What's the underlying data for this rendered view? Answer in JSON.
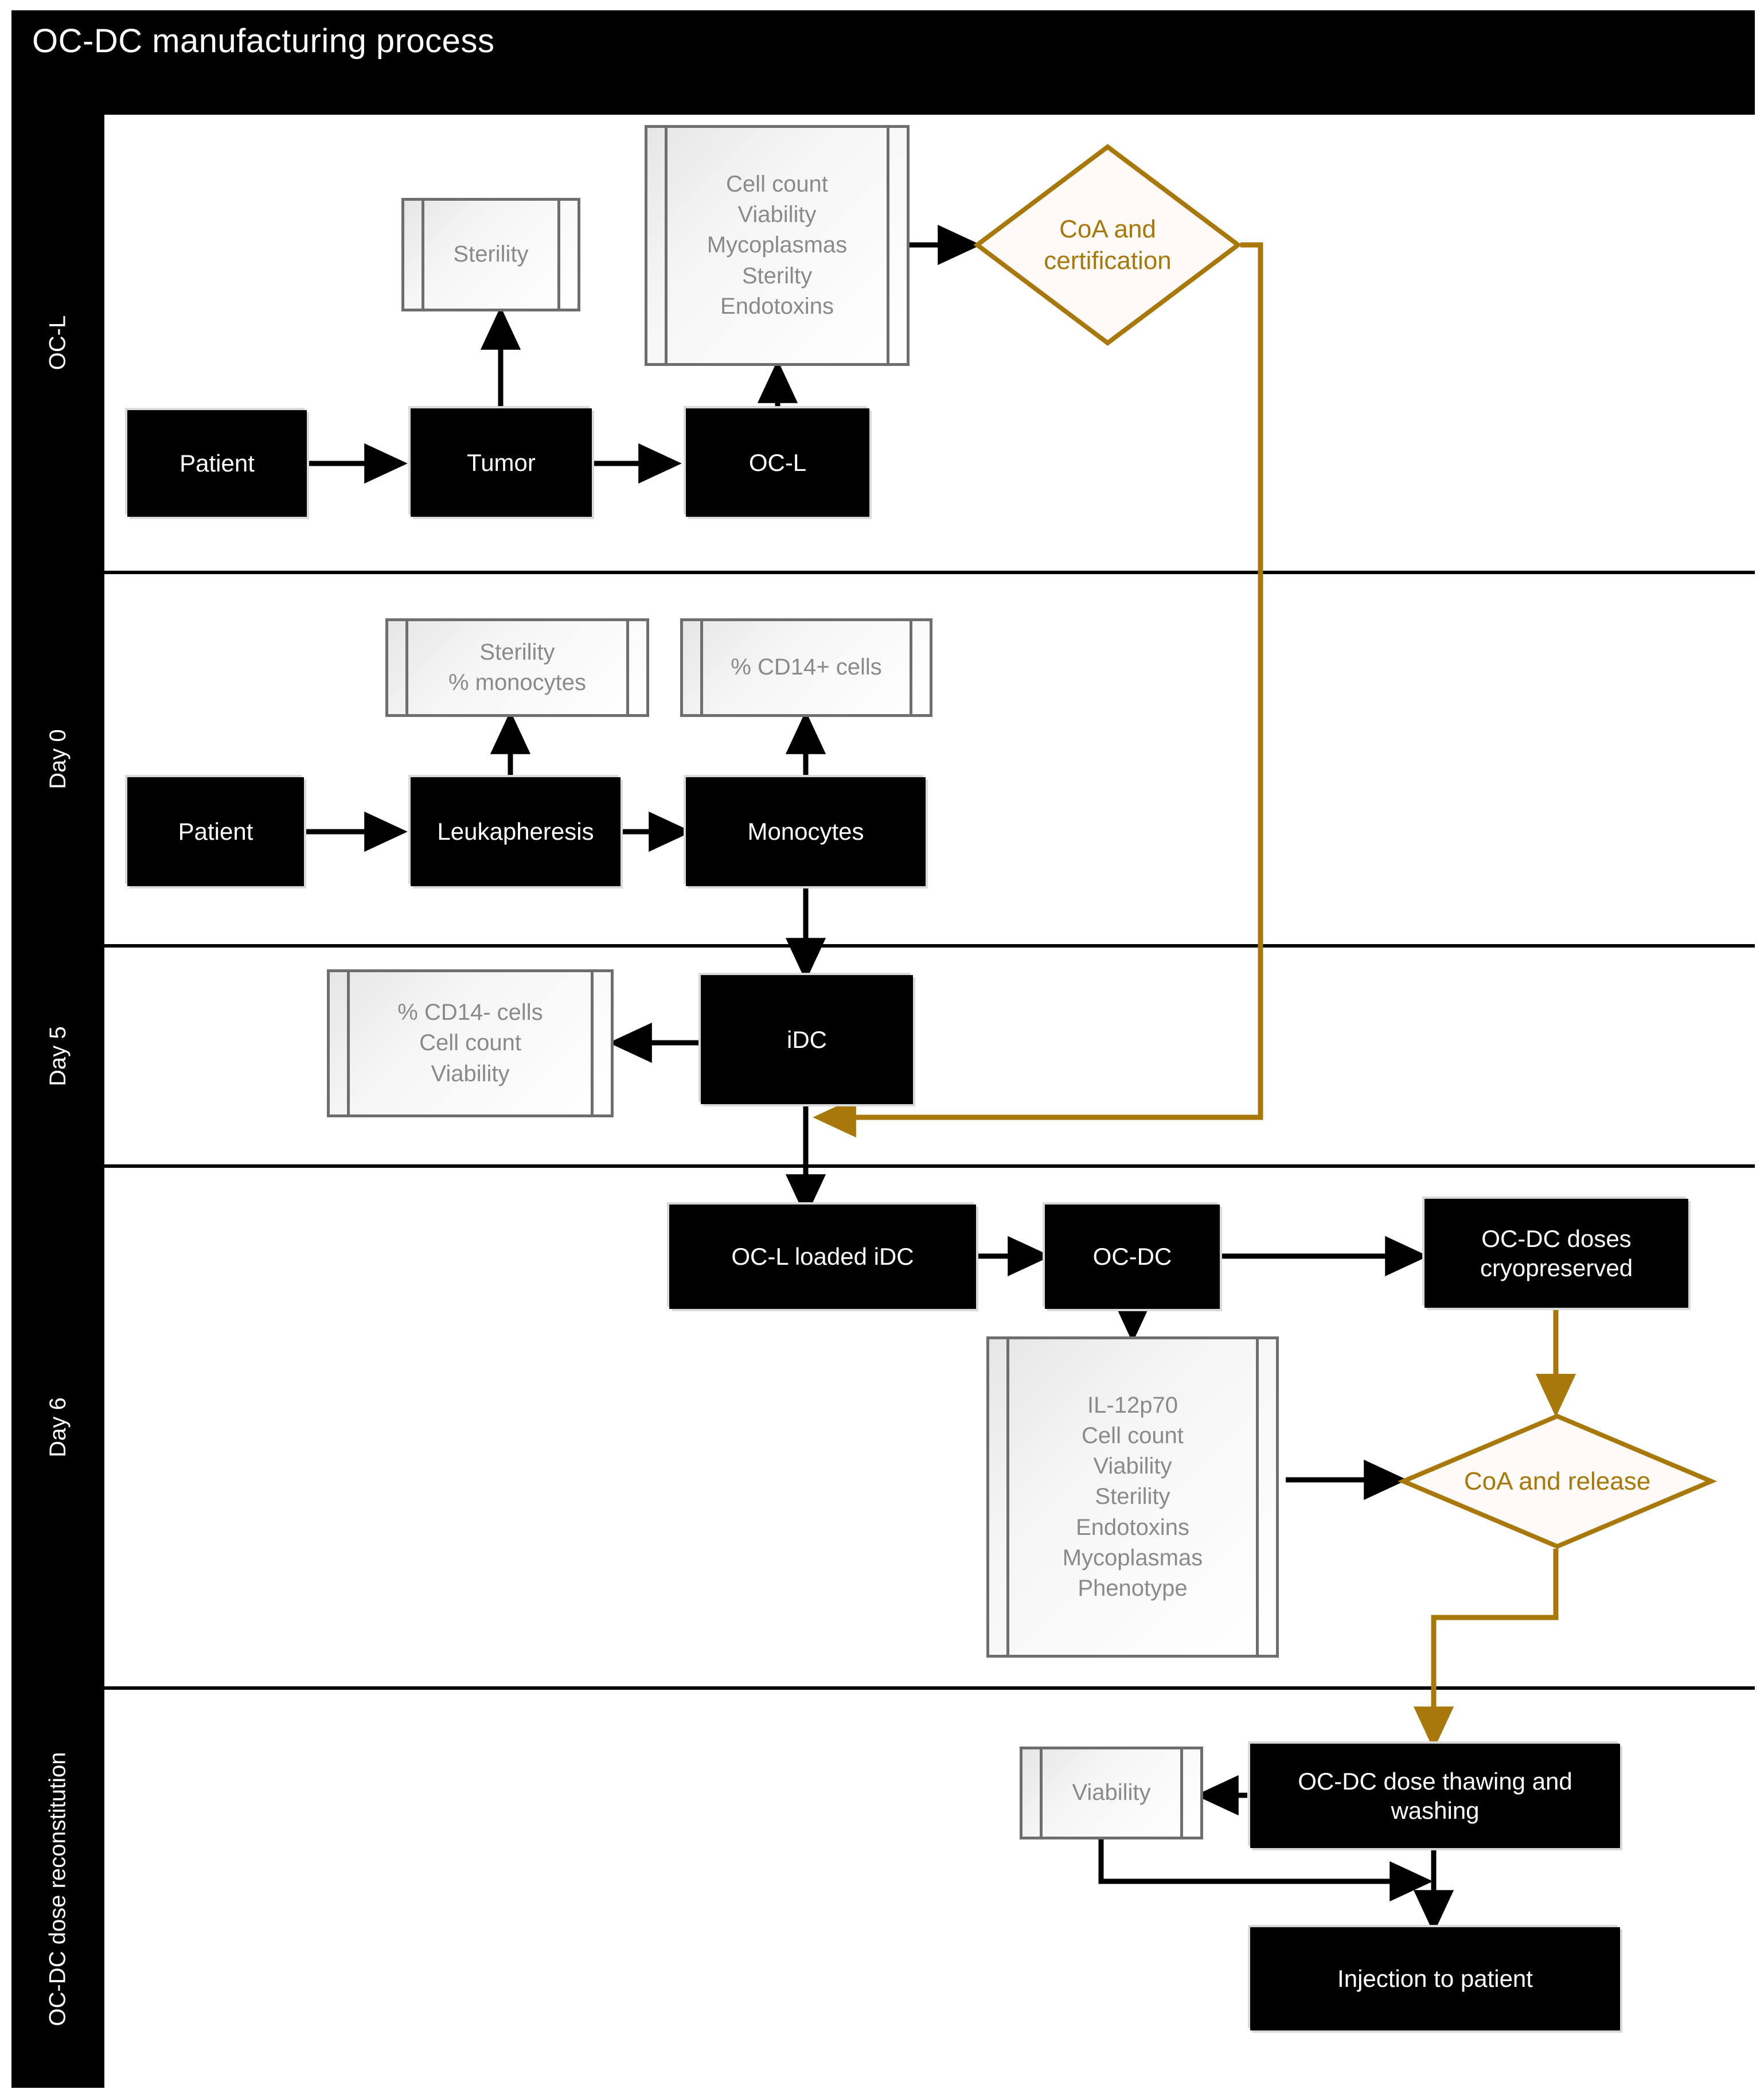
{
  "header": {
    "title": "OC-DC manufacturing process"
  },
  "colors": {
    "process_fill": "#000000",
    "process_text": "#ffffff",
    "qc_border": "#6e6e6e",
    "qc_text": "#8a8a8a",
    "decision_gold": "#a8780a",
    "lane_line": "#000000"
  },
  "lanes": [
    {
      "id": "oc-l",
      "label": "OC-L"
    },
    {
      "id": "day0",
      "label": "Day 0"
    },
    {
      "id": "day5",
      "label": "Day 5"
    },
    {
      "id": "day6",
      "label": "Day 6"
    },
    {
      "id": "recon",
      "label": "OC-DC dose reconstitution"
    }
  ],
  "nodes": {
    "patient_ocl": {
      "label": "Patient"
    },
    "tumor": {
      "label": "Tumor"
    },
    "ocl": {
      "label": "OC-L"
    },
    "qc_sterility_ocl": {
      "label": "Sterility"
    },
    "qc_ocl_release": {
      "label": "Cell count\nViability\nMycoplasmas\nSterilty\nEndotoxins"
    },
    "coa_certification": {
      "label": "CoA and\ncertification"
    },
    "patient_day0": {
      "label": "Patient"
    },
    "leukapheresis": {
      "label": "Leukapheresis"
    },
    "monocytes": {
      "label": "Monocytes"
    },
    "qc_leuka": {
      "label": "Sterility\n% monocytes"
    },
    "qc_monocytes": {
      "label": "% CD14+ cells"
    },
    "idc": {
      "label": "iDC"
    },
    "qc_idc": {
      "label": "% CD14- cells\nCell count\nViability"
    },
    "ocl_loaded_idc": {
      "label": "OC-L loaded iDC"
    },
    "ocdc": {
      "label": "OC-DC"
    },
    "ocdc_cryo": {
      "label": "OC-DC doses\ncryopreserved"
    },
    "qc_ocdc": {
      "label": "IL-12p70\nCell count\nViability\nSterility\nEndotoxins\nMycoplasmas\nPhenotype"
    },
    "coa_release": {
      "label": "CoA and release"
    },
    "thawing": {
      "label": "OC-DC dose thawing and\nwashing"
    },
    "qc_viability": {
      "label": "Viability"
    },
    "injection": {
      "label": "Injection to patient"
    }
  },
  "edges": [
    {
      "from": "patient_ocl",
      "to": "tumor",
      "style": "black"
    },
    {
      "from": "tumor",
      "to": "ocl",
      "style": "black"
    },
    {
      "from": "tumor",
      "to": "qc_sterility_ocl",
      "style": "black"
    },
    {
      "from": "ocl",
      "to": "qc_ocl_release",
      "style": "black"
    },
    {
      "from": "qc_ocl_release",
      "to": "coa_certification",
      "style": "black"
    },
    {
      "from": "coa_certification",
      "to": "idc_junction",
      "style": "gold"
    },
    {
      "from": "patient_day0",
      "to": "leukapheresis",
      "style": "black"
    },
    {
      "from": "leukapheresis",
      "to": "monocytes",
      "style": "black"
    },
    {
      "from": "leukapheresis",
      "to": "qc_leuka",
      "style": "black"
    },
    {
      "from": "monocytes",
      "to": "qc_monocytes",
      "style": "black"
    },
    {
      "from": "monocytes",
      "to": "idc",
      "style": "black"
    },
    {
      "from": "idc",
      "to": "qc_idc",
      "style": "black"
    },
    {
      "from": "idc",
      "to": "ocl_loaded_idc",
      "style": "black"
    },
    {
      "from": "ocl_loaded_idc",
      "to": "ocdc",
      "style": "black"
    },
    {
      "from": "ocdc",
      "to": "ocdc_cryo",
      "style": "black"
    },
    {
      "from": "ocdc",
      "to": "qc_ocdc",
      "style": "black"
    },
    {
      "from": "qc_ocdc",
      "to": "coa_release",
      "style": "black"
    },
    {
      "from": "ocdc_cryo",
      "to": "coa_release",
      "style": "gold"
    },
    {
      "from": "coa_release",
      "to": "thawing",
      "style": "gold"
    },
    {
      "from": "thawing",
      "to": "qc_viability",
      "style": "black"
    },
    {
      "from": "thawing",
      "to": "injection",
      "style": "black"
    },
    {
      "from": "qc_viability",
      "to": "injection",
      "style": "black"
    }
  ]
}
